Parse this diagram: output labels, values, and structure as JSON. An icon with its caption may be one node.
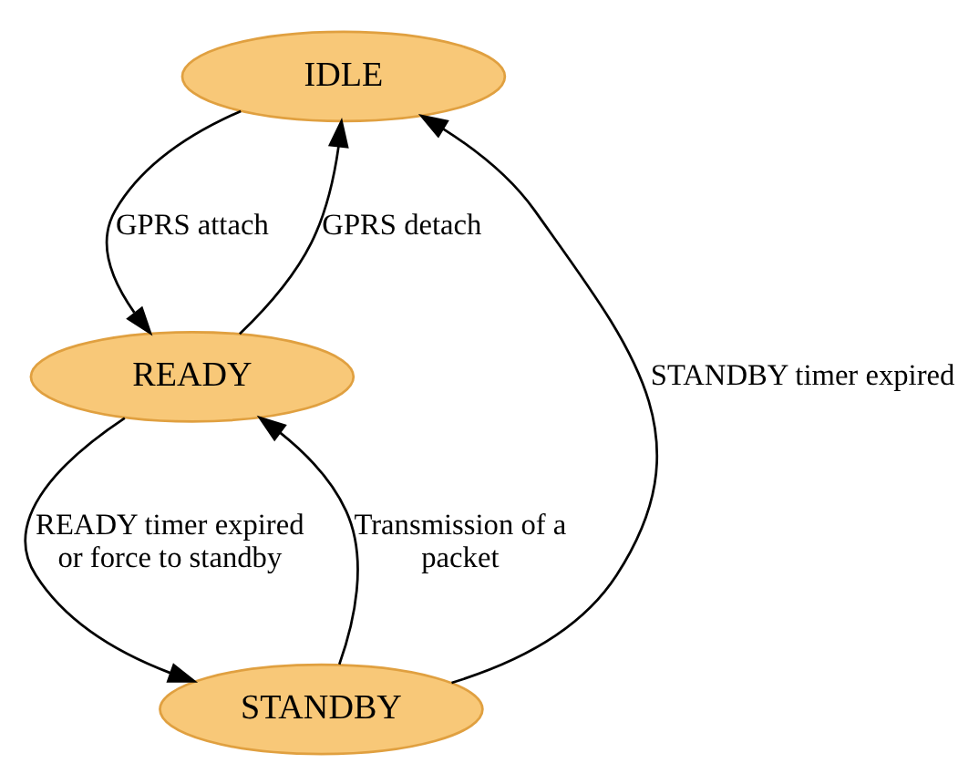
{
  "diagram": {
    "nodes": [
      {
        "text": [
          "IDLE"
        ]
      },
      {
        "text": [
          "READY"
        ]
      },
      {
        "text": [
          "STANDBY"
        ]
      }
    ],
    "edges": [
      {
        "from": 0,
        "to": 1,
        "arrow": "to",
        "label": "GPRS attach"
      },
      {
        "from": 1,
        "to": 0,
        "arrow": "to",
        "label": "GPRS detach"
      },
      {
        "from": 1,
        "to": 2,
        "arrow": "to",
        "label": "READY timer expired or force to standby"
      },
      {
        "from": 2,
        "to": 1,
        "arrow": "to",
        "label": "Transmission of a packet"
      },
      {
        "from": 2,
        "to": 0,
        "arrow": "to",
        "label": "STANDBY timer expired"
      }
    ]
  }
}
